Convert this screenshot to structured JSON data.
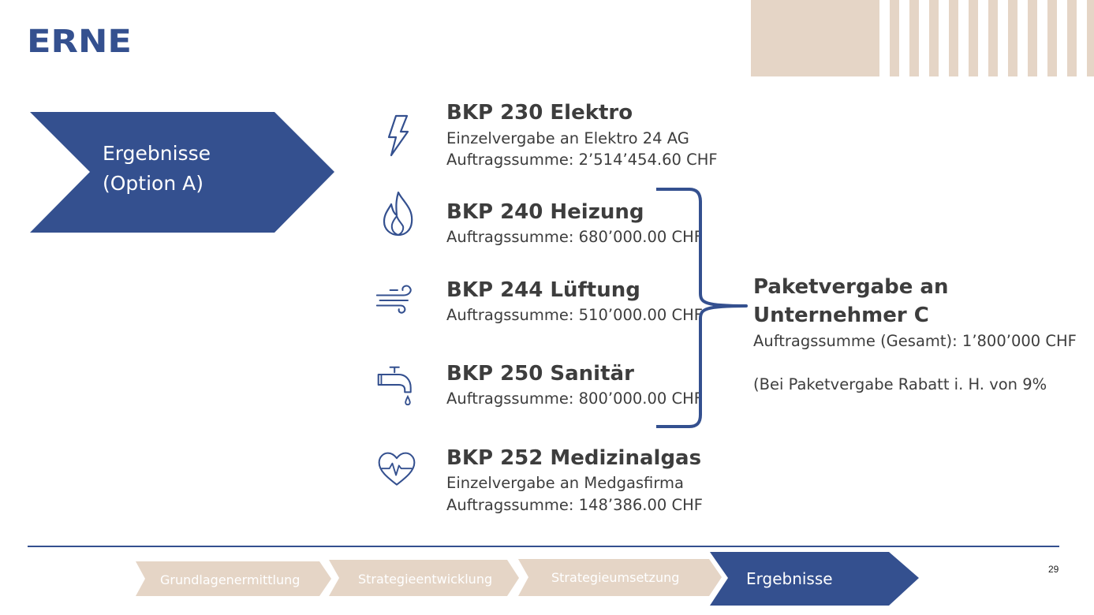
{
  "brand": {
    "logo_text": "ERNE",
    "primary_color": "#34508f",
    "accent_color": "#e5d5c6"
  },
  "header_chevron": {
    "line1": "Ergebnisse",
    "line2": "(Option A)"
  },
  "items": [
    {
      "icon": "lightning-icon",
      "title": "BKP 230 Elektro",
      "line1": "Einzelvergabe an Elektro 24 AG",
      "line2": "Auftragssumme: 2’514’454.60 CHF"
    },
    {
      "icon": "flame-icon",
      "title": "BKP 240 Heizung",
      "line1": "Auftragssumme: 680’000.00 CHF"
    },
    {
      "icon": "wind-icon",
      "title": "BKP 244 Lüftung",
      "line1": "Auftragssumme: 510’000.00 CHF"
    },
    {
      "icon": "faucet-icon",
      "title": "BKP 250 Sanitär",
      "line1": "Auftragssumme: 800’000.00 CHF"
    },
    {
      "icon": "heartbeat-icon",
      "title": "BKP 252 Medizinalgas",
      "line1": "Einzelvergabe an Medgasfirma",
      "line2": "Auftragssumme: 148’386.00 CHF"
    }
  ],
  "package": {
    "title": "Paketvergabe an Unternehmer C",
    "line1": "Auftragssumme (Gesamt):  1’800’000 CHF",
    "line2": "(Bei Paketvergabe Rabatt i. H. von 9%"
  },
  "process_nav": {
    "steps": [
      "Grundlagenermittlung",
      "Strategieentwicklung",
      "Strategieumsetzung",
      "Ergebnisse"
    ],
    "active_index": 3
  },
  "page_number": "29"
}
